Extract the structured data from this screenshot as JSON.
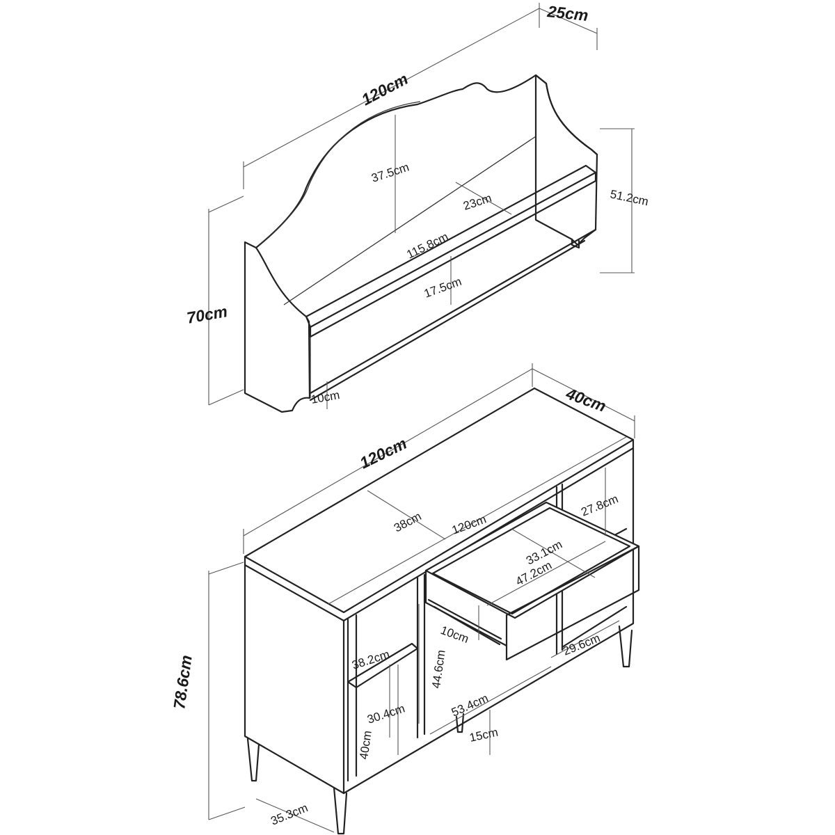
{
  "wall_shelf": {
    "width": "120cm",
    "depth": "25cm",
    "height": "70cm",
    "back_height": "37.5cm",
    "shelf_depth": "23cm",
    "shelf_width": "115.8cm",
    "gap_height": "17.5cm",
    "right_height": "51.2cm",
    "bottom_cut": "10cm"
  },
  "cabinet": {
    "width": "120cm",
    "depth": "40cm",
    "height": "78.6cm",
    "top_depth": "38cm",
    "top_width": "120cm",
    "right_shelf_height": "27.8cm",
    "drawer_depth": "33.1cm",
    "drawer_width": "47.2cm",
    "drawer_height": "10cm",
    "lower_right_width": "29.6cm",
    "left_shelf_depth": "38.2cm",
    "middle_height": "44.6cm",
    "left_lower_height": "30.4cm",
    "middle_width": "53.4cm",
    "leg_height": "15cm",
    "left_bottom_height": "40cm",
    "leg_depth": "35.3cm"
  }
}
